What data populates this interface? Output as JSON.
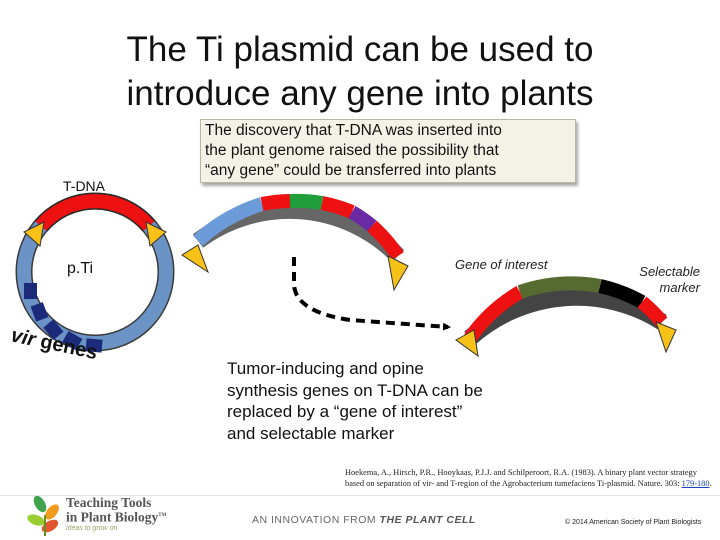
{
  "title": {
    "line1": "The Ti plasmid can be used to",
    "line2": "introduce any gene into plants"
  },
  "callout": {
    "line1": "The discovery that T-DNA was inserted into",
    "line2": "the plant genome raised the possibility that",
    "line3": "“any gene” could be transferred into plants"
  },
  "labels": {
    "tdna": "T-DNA",
    "pti": "p.Ti",
    "vir_genes": "vir genes",
    "gene_of_interest": "Gene of interest",
    "selectable_marker_1": "Selectable",
    "selectable_marker_2": "marker"
  },
  "description": {
    "line1": "Tumor-inducing and opine",
    "line2": "synthesis genes on T-DNA can be",
    "line3": "replaced by a “gene of interest”",
    "line4": "and selectable marker"
  },
  "reference": {
    "text": "Hoekema, A., Hirsch, P.R., Hooykaas, P.J.J. and Schilperoort, R.A. (1983). A binary plant vector strategy based on separation of vir- and T-region of the Agrobacterium tumefaciens Ti-plasmid. Nature. 303: ",
    "pages": "179-180",
    "end": "."
  },
  "footer": {
    "logo_line1": "Teaching Tools",
    "logo_line2": "in Plant Biology",
    "logo_tm": "TM",
    "logo_tagline": "ideas to grow on",
    "innovation_prefix": "AN INNOVATION FROM",
    "innovation_journal": "THE PLANT CELL",
    "copyright": "© 2014 American Society of Plant Biologists"
  },
  "colors": {
    "red": "#ee1111",
    "blue_ring": "#6c93c5",
    "navy": "#1c2a7a",
    "light_blue": "#6b9bd8",
    "green": "#1f9e3a",
    "purple": "#6a2aa3",
    "olive": "#556b2f",
    "black": "#000000",
    "yellow": "#f7c118"
  }
}
